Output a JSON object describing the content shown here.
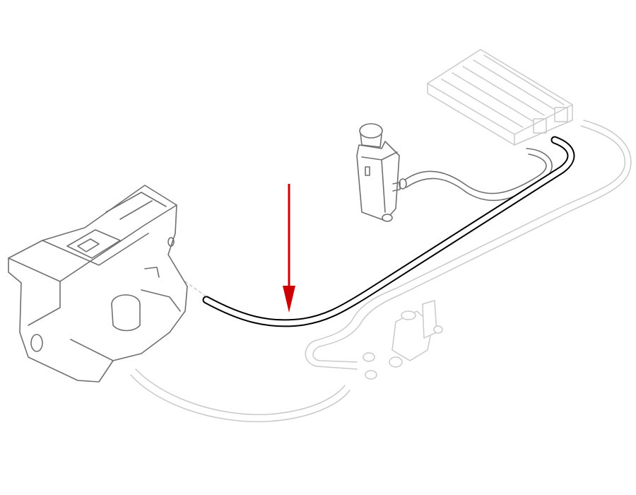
{
  "diagram": {
    "type": "parts-diagram",
    "colors": {
      "highlight_part": "#000000",
      "context_parts": "#6f6f6f",
      "faded_parts": "#c9c9c9",
      "pointer_arrow": "#cc0000",
      "background": "#ffffff"
    },
    "components": [
      {
        "id": "engine-block",
        "state": "context"
      },
      {
        "id": "expansion-tank",
        "state": "context"
      },
      {
        "id": "heater-core",
        "state": "faded"
      },
      {
        "id": "highlighted-hose",
        "state": "highlighted"
      },
      {
        "id": "tank-to-heater-hose",
        "state": "context"
      },
      {
        "id": "return-hoses",
        "state": "faded"
      },
      {
        "id": "water-valve",
        "state": "faded"
      },
      {
        "id": "pointer-arrow",
        "points_to": "highlighted-hose"
      }
    ]
  }
}
